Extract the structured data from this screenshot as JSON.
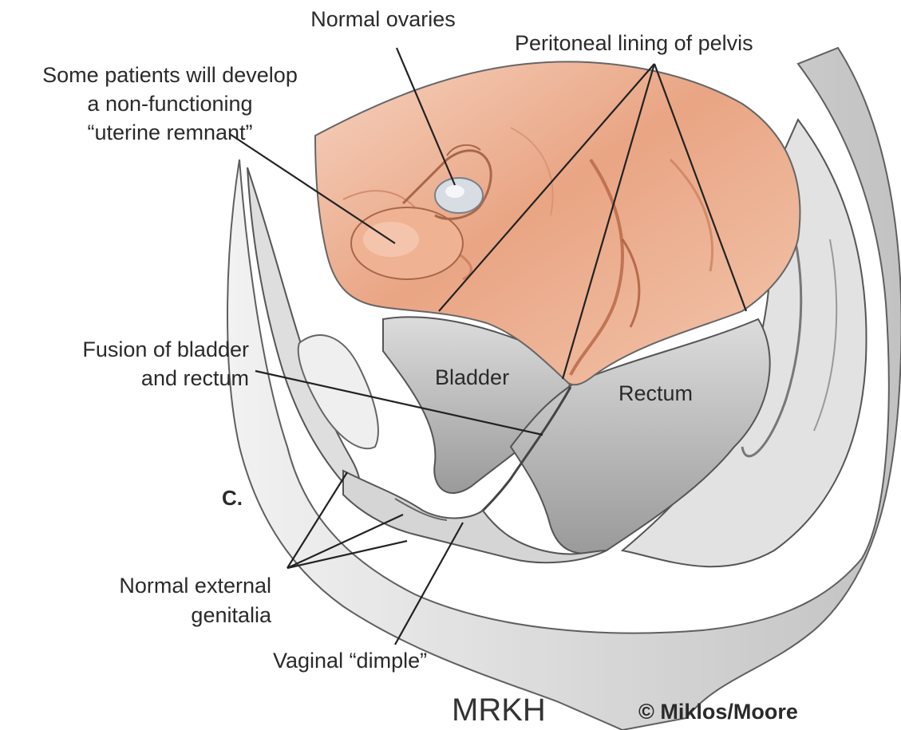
{
  "labels": {
    "normal_ovaries": "Normal ovaries",
    "peritoneal_lining": "Peritoneal lining of pelvis",
    "uterine_remnant_line1": "Some patients will develop",
    "uterine_remnant_line2": "a non-functioning",
    "uterine_remnant_line3": "“uterine remnant”",
    "fusion_line1": "Fusion of bladder",
    "fusion_line2": "and rectum",
    "bladder": "Bladder",
    "rectum": "Rectum",
    "panel_letter": "C.",
    "external_genitalia_line1": "Normal external",
    "external_genitalia_line2": "genitalia",
    "vaginal_dimple": "Vaginal “dimple”",
    "condition": "MRKH",
    "copyright": "© Miklos/Moore"
  },
  "colors": {
    "peritoneum": "#e8a888",
    "tissue_gray": "#c9c9c9",
    "leader_line": "#222222"
  }
}
